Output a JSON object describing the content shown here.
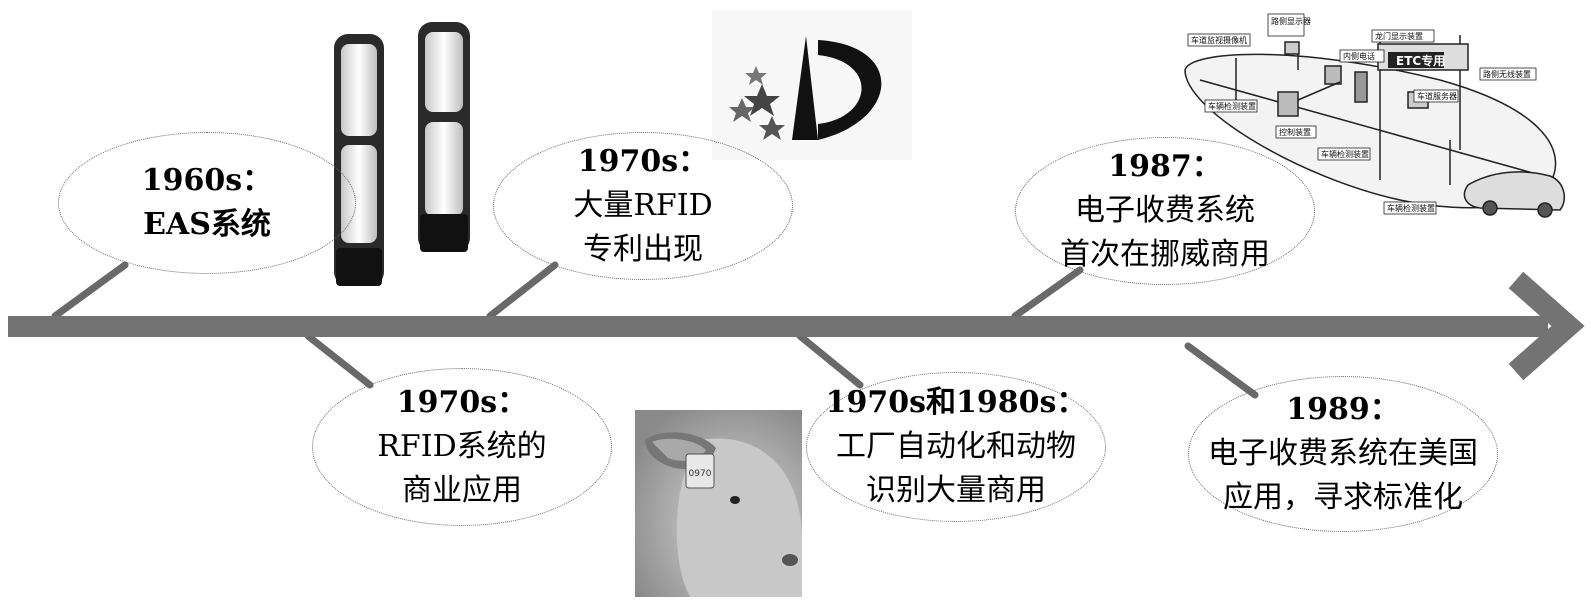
{
  "events": [
    {
      "id": "e1960",
      "year": "1960s：",
      "lines": [
        "EAS系统"
      ]
    },
    {
      "id": "e1970a",
      "year": "1970s：",
      "lines": [
        "大量RFID",
        "专利出现"
      ]
    },
    {
      "id": "e1987",
      "year": "1987：",
      "lines": [
        "电子收费系统",
        "首次在挪威商用"
      ]
    },
    {
      "id": "e1970b",
      "year": "1970s：",
      "lines": [
        "RFID系统的",
        "商业应用"
      ]
    },
    {
      "id": "e1970c",
      "year": "1970s和1980s：",
      "lines": [
        "工厂自动化和动物",
        "识别大量商用"
      ]
    },
    {
      "id": "e1989",
      "year": "1989：",
      "lines": [
        "电子收费系统在美国",
        "应用，寻求标准化"
      ]
    }
  ],
  "etc_diagram": {
    "sign": "ETC专用",
    "labels": [
      "车道监视摄像机",
      "路侧显示器",
      "内侧电话",
      "龙门显示装置",
      "路侧无线装置",
      "车道服务器",
      "车辆检测装置",
      "控制装置",
      "车辆检测装置",
      "车辆检测装置"
    ]
  },
  "ear_tag": "0970"
}
